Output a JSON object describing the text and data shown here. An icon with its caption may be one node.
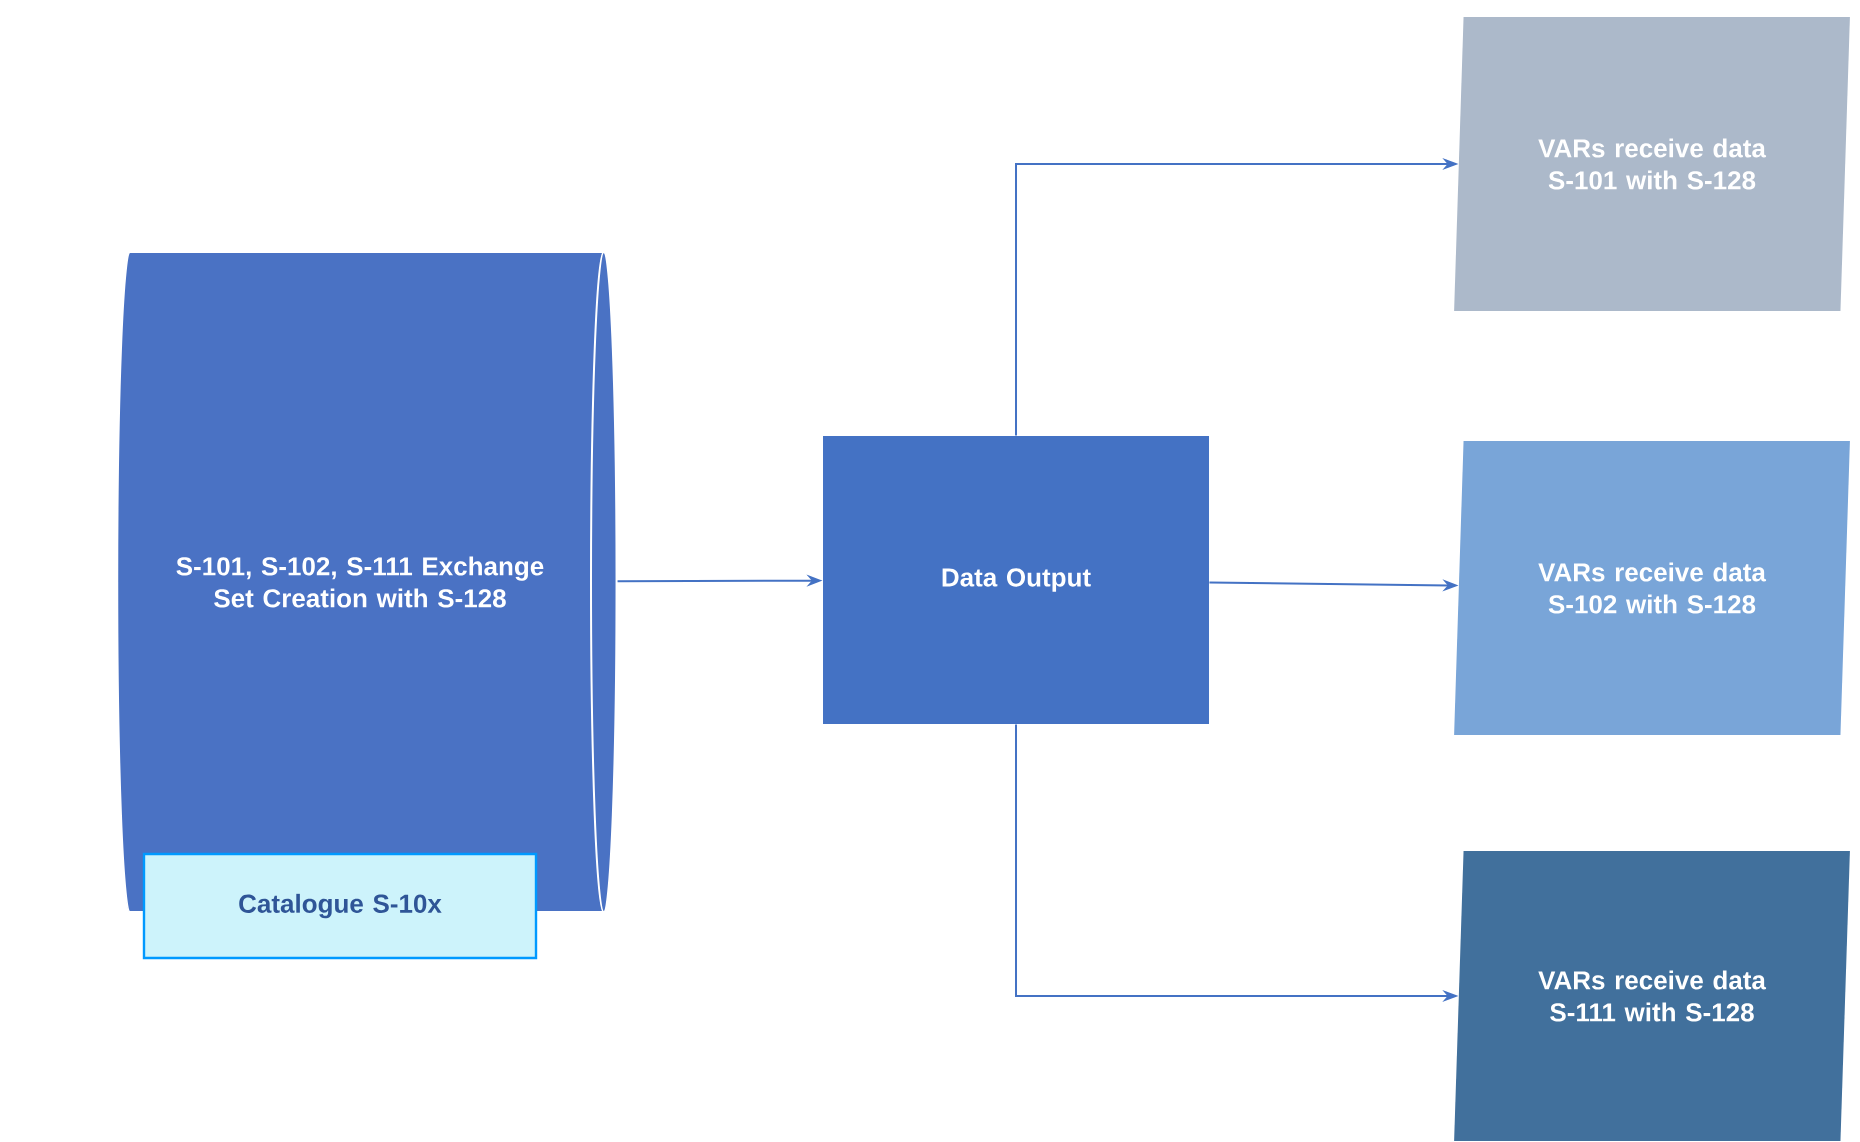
{
  "diagram": {
    "nodes": [
      {
        "text": [
          "S-101, S-102, S-111 Exchange Set Creation with S-128"
        ]
      },
      {
        "text": [
          "Data Output"
        ]
      },
      {
        "text": [
          "VARs receive data S-101 with S-128"
        ]
      },
      {
        "text": [
          "VARs receive data S-102 with S-128"
        ]
      },
      {
        "text": [
          "VARs receive data S-111 with S-128"
        ]
      },
      {
        "text": [
          "Catalogue S-10x"
        ]
      }
    ],
    "edges": [
      {
        "from": 0,
        "to": 1,
        "arrow": "to"
      },
      {
        "from": 1,
        "to": 2,
        "arrow": "to"
      },
      {
        "from": 1,
        "to": 3,
        "arrow": "to"
      },
      {
        "from": 1,
        "to": 4,
        "arrow": "to"
      }
    ]
  }
}
